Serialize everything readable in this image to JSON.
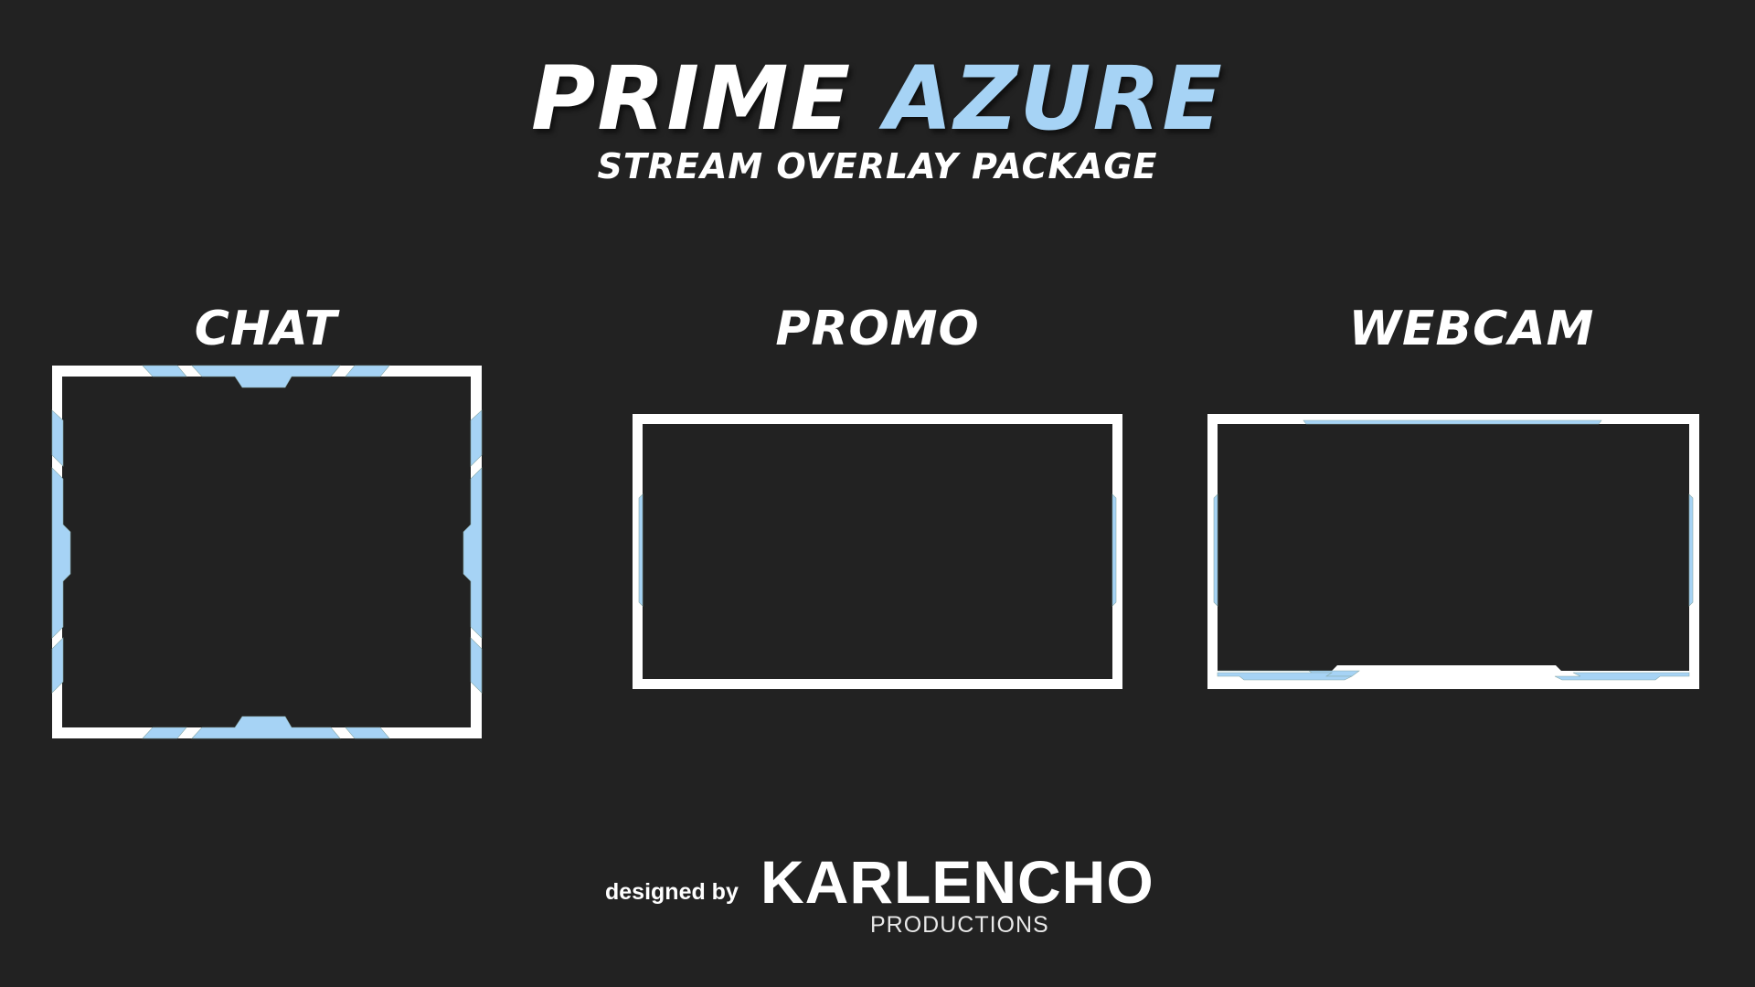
{
  "header": {
    "title_part1": "PRIME",
    "title_part2": "AZURE",
    "subtitle": "STREAM OVERLAY PACKAGE"
  },
  "overlays": [
    {
      "label": "CHAT"
    },
    {
      "label": "PROMO"
    },
    {
      "label": "WEBCAM"
    }
  ],
  "footer": {
    "designed_by": "designed by",
    "brand": "KARLENCHO",
    "brand_sub": "PRODUCTIONS"
  },
  "colors": {
    "background": "#222222",
    "accent": "#a6d3f5",
    "frame": "#ffffff"
  }
}
